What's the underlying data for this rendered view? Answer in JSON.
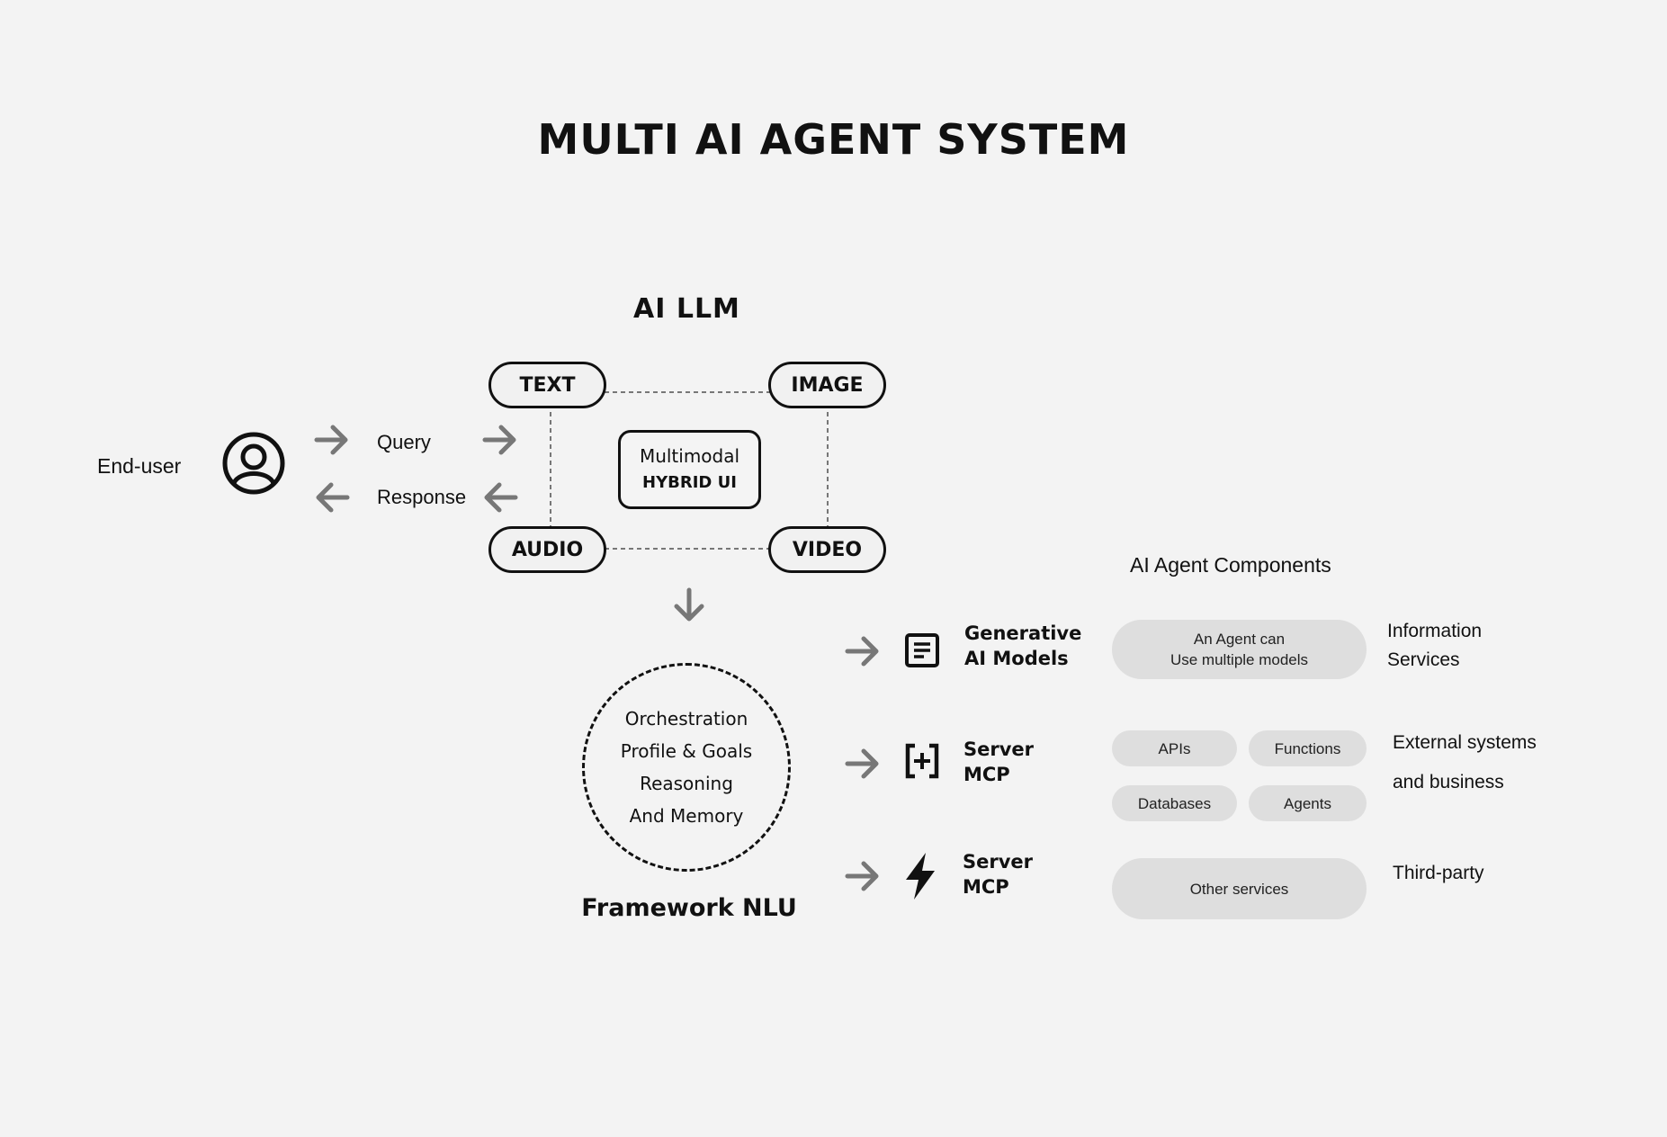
{
  "title": "MULTI AI AGENT SYSTEM",
  "llm": {
    "heading": "AI LLM",
    "modes": {
      "text": "TEXT",
      "image": "IMAGE",
      "audio": "AUDIO",
      "video": "VIDEO"
    },
    "center": {
      "line1": "Multimodal",
      "line2": "HYBRID UI"
    }
  },
  "user": {
    "label": "End-user",
    "query": "Query",
    "response": "Response"
  },
  "framework": {
    "lines": [
      "Orchestration",
      "Profile & Goals",
      "Reasoning",
      "And Memory"
    ],
    "label": "Framework NLU"
  },
  "components": {
    "heading": "AI Agent Components",
    "rows": [
      {
        "title1": "Generative",
        "title2": "AI Models",
        "icon": "document-icon",
        "pill_line1": "An Agent can",
        "pill_line2": "Use multiple models",
        "desc1": "Information",
        "desc2": "Services"
      },
      {
        "title1": "Server",
        "title2": "MCP",
        "icon": "bracket-plus-icon",
        "tags": [
          "APIs",
          "Functions",
          "Databases",
          "Agents"
        ],
        "desc1": "External systems",
        "desc2": "and business"
      },
      {
        "title1": "Server",
        "title2": "MCP",
        "icon": "lightning-icon",
        "pill": "Other services",
        "desc1": "Third-party"
      }
    ]
  }
}
